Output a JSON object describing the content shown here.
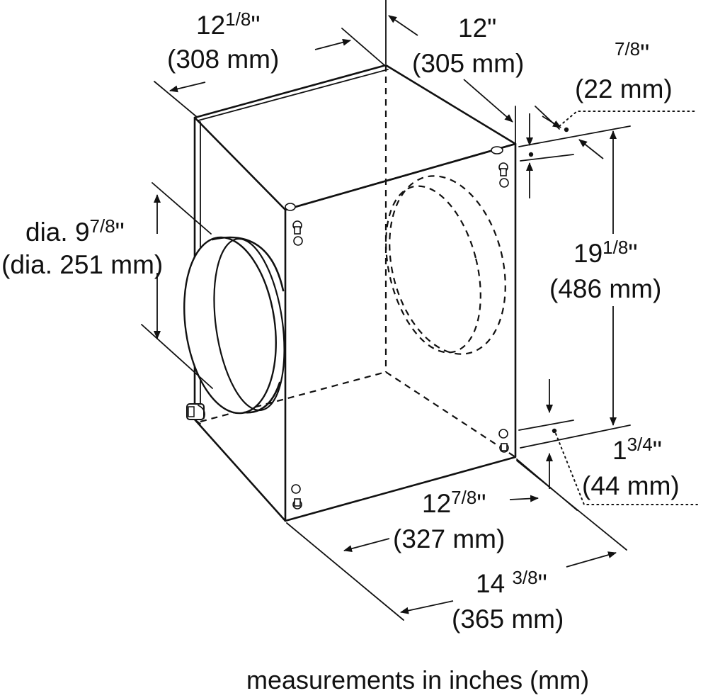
{
  "diagram": {
    "caption": "measurements in inches (mm)",
    "dimensions": {
      "top_width": {
        "whole": "12",
        "frac": "1/8",
        "unit": "\"",
        "metric": "(308 mm)"
      },
      "top_depth": {
        "whole": "12",
        "frac": "",
        "unit": "\"",
        "metric": "(305 mm)"
      },
      "mount_offset": {
        "whole": "",
        "frac": "7/8",
        "unit": "\"",
        "metric": "(22 mm)"
      },
      "duct_diameter": {
        "prefix": "dia. ",
        "whole": "9",
        "frac": "7/8",
        "unit": "\"",
        "metric": "(dia. 251 mm)"
      },
      "height": {
        "whole": "19",
        "frac": "1/8",
        "unit": "\"",
        "metric": "(486 mm)"
      },
      "bottom_offset": {
        "whole": "1",
        "frac": "3/4",
        "unit": "\"",
        "metric": "(44 mm)"
      },
      "front_width": {
        "whole": "12",
        "frac": "7/8",
        "unit": "\"",
        "metric": "(327 mm)"
      },
      "overall_depth": {
        "whole": "14 ",
        "frac": "3/8",
        "unit": "\"",
        "metric": "(365 mm)"
      }
    }
  }
}
